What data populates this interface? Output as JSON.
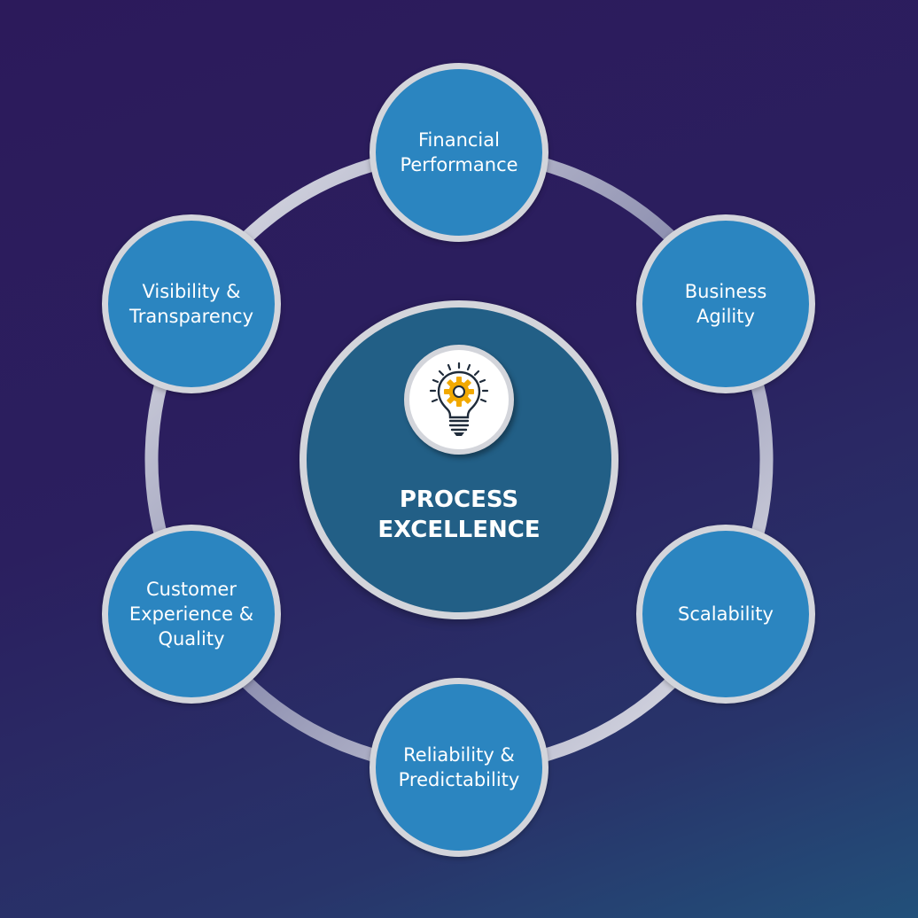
{
  "center": {
    "title": "PROCESS\nEXCELLENCE",
    "icon": "lightbulb-gear-icon"
  },
  "nodes": [
    {
      "id": "financial-performance",
      "label": "Financial\nPerformance"
    },
    {
      "id": "business-agility",
      "label": "Business\nAgility"
    },
    {
      "id": "scalability",
      "label": "Scalability"
    },
    {
      "id": "reliability-predictability",
      "label": "Reliability &\nPredictability"
    },
    {
      "id": "customer-experience-quality",
      "label": "Customer\nExperience &\nQuality"
    },
    {
      "id": "visibility-transparency",
      "label": "Visibility &\nTransparency"
    }
  ],
  "colors": {
    "node_fill": "#2b85c0",
    "center_fill": "#225f86",
    "ring": "#d3d5db",
    "gear": "#f2a900"
  }
}
